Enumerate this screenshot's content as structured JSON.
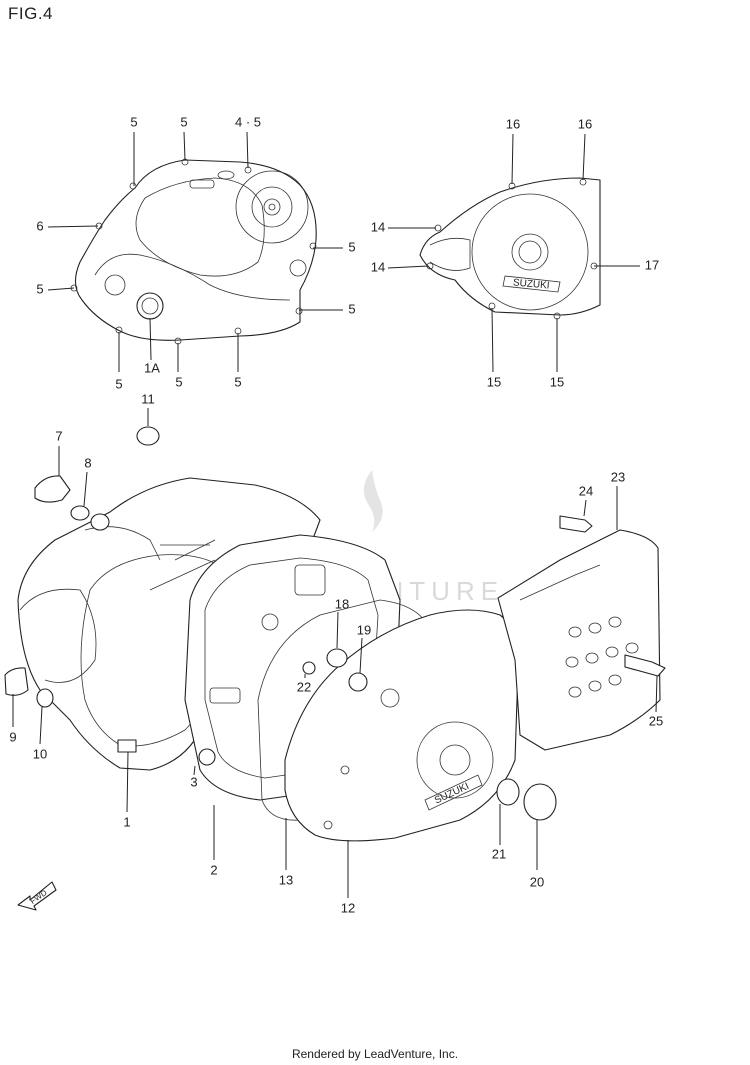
{
  "figure": {
    "title": "FIG.4"
  },
  "watermark": {
    "text": "LEADVENTURE"
  },
  "brand": {
    "suzuki_top": "SUZUKI",
    "suzuki_bottom": "SUZUKI"
  },
  "arrow": {
    "text": "FWD"
  },
  "footer": {
    "text": "Rendered by LeadVenture, Inc."
  },
  "labels": {
    "c5a": "5",
    "c5b": "5",
    "c45": "4 · 5",
    "c6": "6",
    "c5c": "5",
    "c5d": "5",
    "c5e": "5",
    "c5f": "5",
    "c1A": "1A",
    "c5g": "5",
    "c5h": "5",
    "c16a": "16",
    "c16b": "16",
    "c14a": "14",
    "c14b": "14",
    "c17": "17",
    "c15a": "15",
    "c15b": "15",
    "c11": "11",
    "c7": "7",
    "c8": "8",
    "c9": "9",
    "c10": "10",
    "c1": "1",
    "c3": "3",
    "c2": "2",
    "c13": "13",
    "c12": "12",
    "c18": "18",
    "c19": "19",
    "c22": "22",
    "c24": "24",
    "c23": "23",
    "c25": "25",
    "c21": "21",
    "c20": "20"
  },
  "colors": {
    "line": "#222222",
    "watermark": "#d9d9d9",
    "background": "#ffffff"
  }
}
